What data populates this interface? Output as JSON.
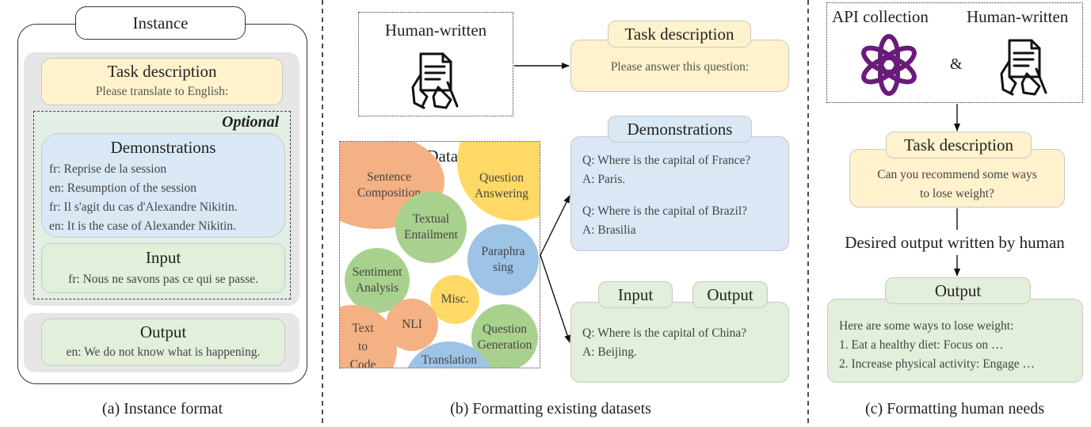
{
  "panel_a": {
    "instance_label": "Instance",
    "task_title": "Task description",
    "task_text": "Please translate to English:",
    "optional_label": "Optional",
    "demos_title": "Demonstrations",
    "demo_lines": [
      "fr: Reprise de la session",
      "en: Resumption of the session",
      "fr: Il s'agit du cas d'Alexandre Nikitin.",
      "en: It is the case of Alexander Nikitin."
    ],
    "input_title": "Input",
    "input_text": "fr: Nous ne savons pas ce qui se passe.",
    "output_title": "Output",
    "output_text": "en: We do not know what is happening.",
    "caption": "(a) Instance format"
  },
  "panel_b": {
    "human_written": "Human-written",
    "nlp_title": "NLP  Datasets",
    "datasets": [
      "Sentence Composition",
      "Question Answering",
      "Textual Entailment",
      "Paraphra sing",
      "Sentiment Analysis",
      "Misc.",
      "NLI",
      "Question Generation",
      "Text to Code",
      "Translation"
    ],
    "task_title": "Task description",
    "task_text": "Please answer this question:",
    "demos_title": "Demonstrations",
    "demo_lines": [
      "Q: Where is the capital of France?",
      "A: Paris.",
      "Q: Where is the capital of Brazil?",
      "A: Brasilia"
    ],
    "input_title": "Input",
    "output_title": "Output",
    "io_lines": [
      "Q: Where is the capital of China?",
      "A: Beijing."
    ],
    "caption": "(b) Formatting existing datasets"
  },
  "panel_c": {
    "api_collection": "API collection",
    "human_written": "Human-written",
    "ampersand": "&",
    "task_title": "Task description",
    "task_lines": [
      "Can you recommend some ways",
      "to lose weight?"
    ],
    "desired_output": "Desired output written by human",
    "output_title": "Output",
    "output_lines": [
      "Here are some ways to lose weight:",
      "1. Eat a healthy diet: Focus on …",
      "2. Increase physical activity: Engage …"
    ],
    "caption": "(c) Formatting human needs"
  },
  "icons": [
    "document-hand-icon",
    "openai-logo-icon"
  ],
  "colors": {
    "task_yellow": "#fff2cc",
    "demo_blue": "#dae8f6",
    "io_green": "#e2efda",
    "instance_gray": "#e6e6e6",
    "openai_purple": "#6a1b7a",
    "bubble_orange": "#f4b183",
    "bubble_yellow": "#ffd966",
    "bubble_green": "#a9d18e",
    "bubble_blue": "#9dc3e6"
  }
}
